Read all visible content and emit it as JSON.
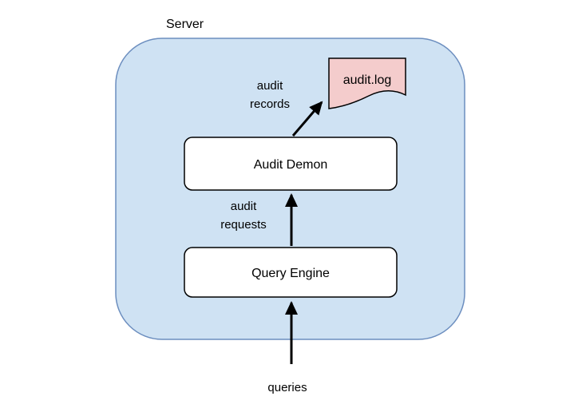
{
  "diagram": {
    "nodes": {
      "server_container": {
        "label": "Server",
        "fill": "#cfe2f3",
        "stroke": "#6c8ebf"
      },
      "audit_demon": {
        "label": "Audit Demon",
        "fill": "#ffffff",
        "stroke": "#000000"
      },
      "query_engine": {
        "label": "Query Engine",
        "fill": "#ffffff",
        "stroke": "#000000"
      },
      "audit_log": {
        "label": "audit.log",
        "fill": "#f4cccc",
        "stroke": "#000000"
      }
    },
    "edges": {
      "audit_records": {
        "label_line1": "audit",
        "label_line2": "records",
        "color": "#000000"
      },
      "audit_requests": {
        "label_line1": "audit",
        "label_line2": "requests",
        "color": "#000000"
      },
      "queries": {
        "label": "queries",
        "color": "#000000"
      }
    }
  }
}
